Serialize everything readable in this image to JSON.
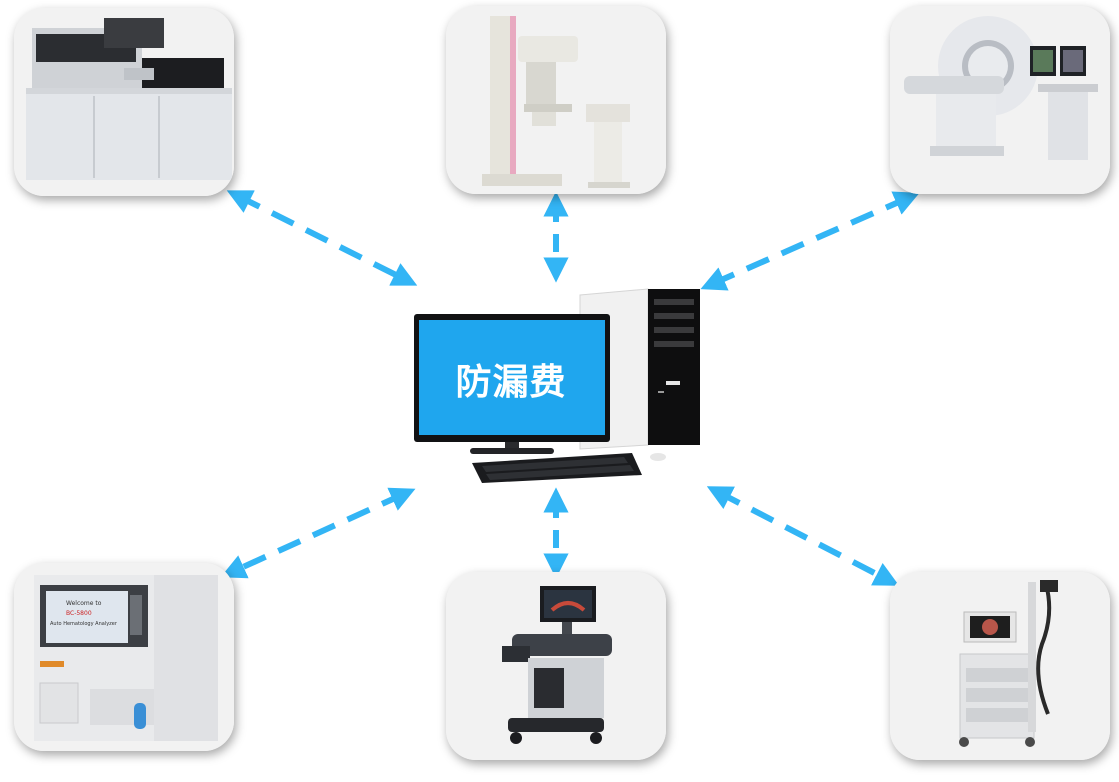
{
  "center": {
    "screen_label": "防漏费"
  },
  "devices": [
    {
      "id": "biochemistry-analyzer"
    },
    {
      "id": "mammography-machine"
    },
    {
      "id": "ct-scanner"
    },
    {
      "id": "hematology-analyzer"
    },
    {
      "id": "ultrasound-machine"
    },
    {
      "id": "endoscopy-system"
    }
  ],
  "hematology_screen": {
    "line1": "Welcome to",
    "line2": "BC-5800",
    "line3": "Auto Hematology Analyzer"
  },
  "colors": {
    "arrow": "#33b5f5",
    "screen": "#1fa6ee",
    "card_bg": "#f4f4f4"
  }
}
